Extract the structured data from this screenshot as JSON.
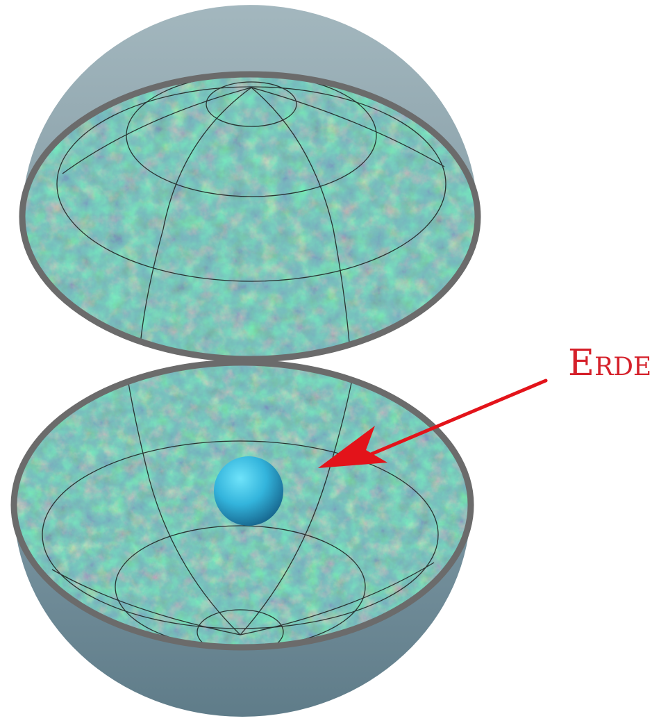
{
  "label": {
    "text": "Erde",
    "color": "#d5202a"
  },
  "colors": {
    "background": "#ffffff",
    "shell_top": "#97acb3",
    "shell_bottom": "#6f8b97",
    "rim": "#6b6b6b",
    "map_base": "#2f8c83",
    "map_light": "#9fd154",
    "map_dark": "#2c3c86",
    "earth_light": "#63dcf5",
    "earth_dark": "#1675a0",
    "arrow": "#e3131a",
    "grid": "#1a1a1a"
  },
  "icons": {
    "shell_top": "hemisphere-shell",
    "shell_bottom": "hemisphere-shell",
    "earth": "sphere",
    "arrow": "pointer-arrow"
  }
}
